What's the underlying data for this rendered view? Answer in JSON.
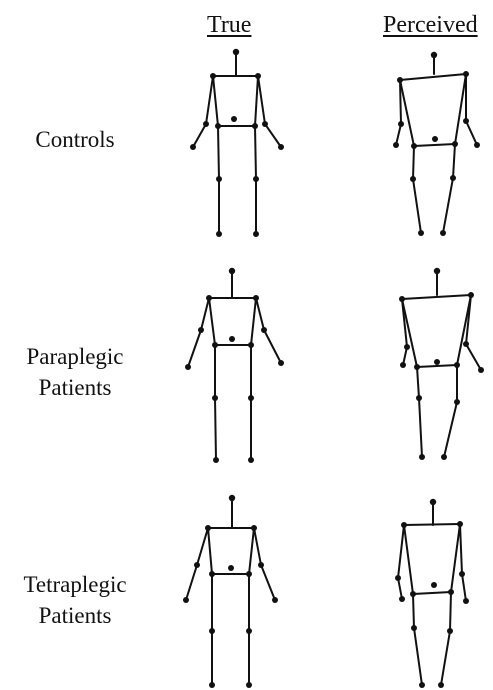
{
  "columns": {
    "true": "True",
    "perceived": "Perceived"
  },
  "rows": [
    {
      "label_line1": "Controls",
      "label_line2": ""
    },
    {
      "label_line1": "Paraplegic",
      "label_line2": "Patients"
    },
    {
      "label_line1": "Tetraplegic",
      "label_line2": "Patients"
    }
  ],
  "figure_color": "#111111"
}
